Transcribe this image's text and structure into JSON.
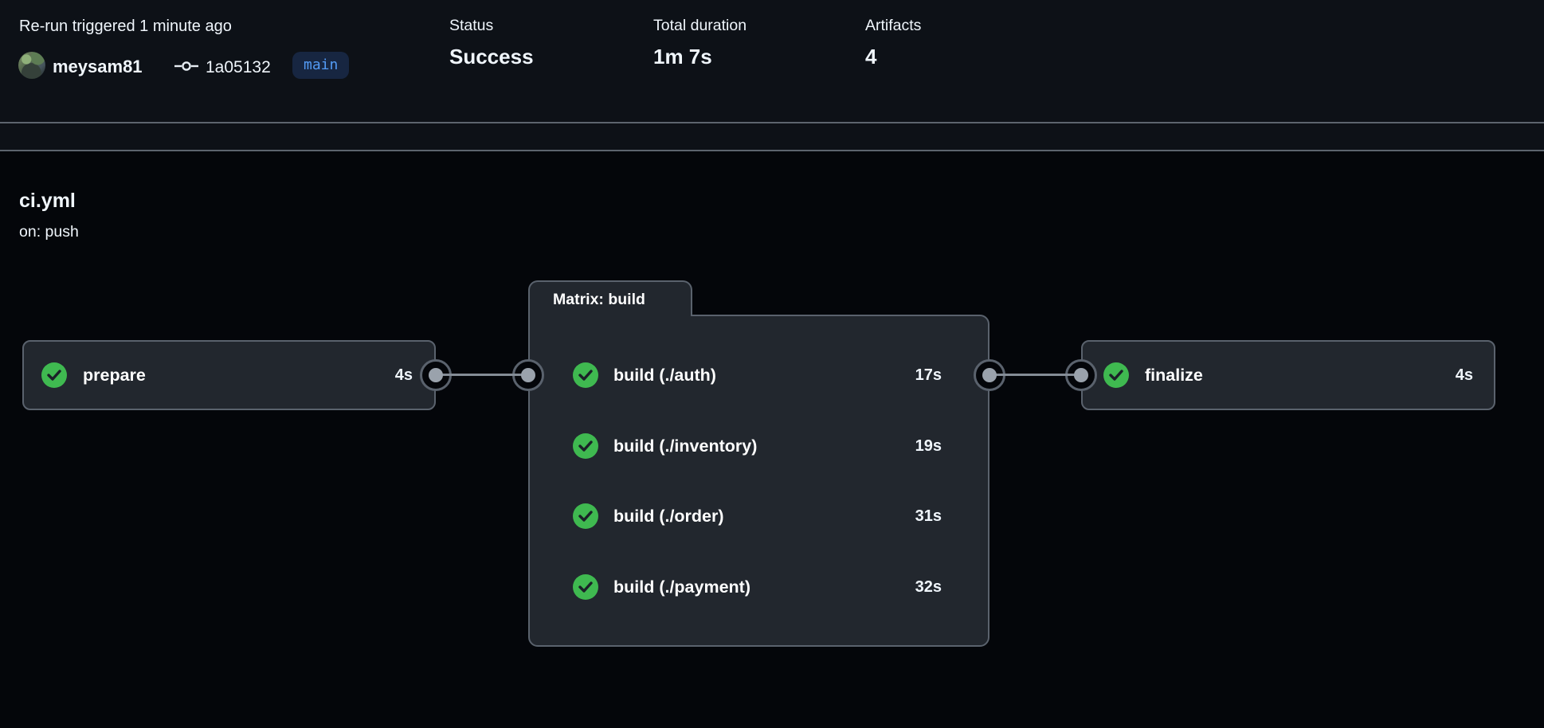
{
  "header": {
    "rerun_text": "Re-run triggered 1 minute ago",
    "user": "meysam81",
    "commit_sha": "1a05132",
    "branch": "main",
    "stats": [
      {
        "label": "Status",
        "value": "Success"
      },
      {
        "label": "Total duration",
        "value": "1m 7s"
      },
      {
        "label": "Artifacts",
        "value": "4"
      }
    ]
  },
  "workflow": {
    "file": "ci.yml",
    "trigger": "on: push"
  },
  "graph": {
    "prepare": {
      "label": "prepare",
      "duration": "4s",
      "status": "success"
    },
    "matrix": {
      "title": "Matrix: build",
      "rows": [
        {
          "label": "build (./auth)",
          "duration": "17s",
          "status": "success"
        },
        {
          "label": "build (./inventory)",
          "duration": "19s",
          "status": "success"
        },
        {
          "label": "build (./order)",
          "duration": "31s",
          "status": "success"
        },
        {
          "label": "build (./payment)",
          "duration": "32s",
          "status": "success"
        }
      ]
    },
    "finalize": {
      "label": "finalize",
      "duration": "4s",
      "status": "success"
    }
  },
  "colors": {
    "header_bg": "#0d1117",
    "canvas_bg": "#04060a",
    "node_bg": "#22272e",
    "node_border": "#5a626d",
    "divider": "#5d646e",
    "success_green": "#3fb950",
    "connector": "#9aa2ac",
    "branch_text": "#539bf5",
    "branch_bg": "#172641",
    "text": "#f0f6fc"
  }
}
